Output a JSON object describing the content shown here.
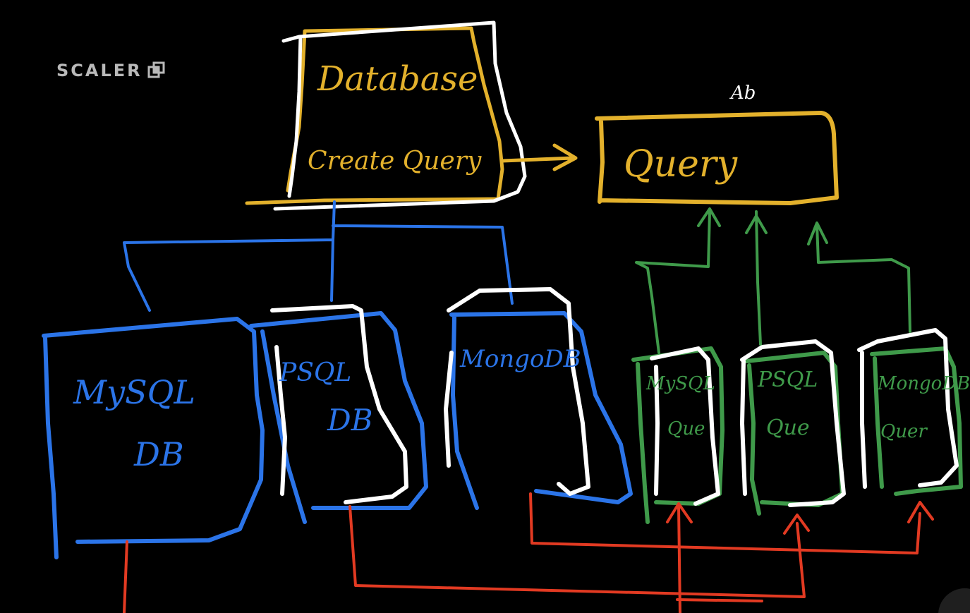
{
  "logo": {
    "text": "SCALER",
    "icon": "scaler-logo-icon"
  },
  "colors": {
    "background": "#000000",
    "yellow": "#e3b12c",
    "white": "#ffffff",
    "blue": "#2b74e8",
    "green": "#3f9a4a",
    "red": "#e23a22",
    "logo": "#b9b9b9"
  },
  "factory": {
    "title": "Database",
    "method": "Create Query"
  },
  "query": {
    "label": "Query",
    "mark": "Ab"
  },
  "databases": [
    {
      "line1": "MySQL",
      "line2": "DB"
    },
    {
      "line1": "PSQL",
      "line2": "DB"
    },
    {
      "line1": "MongoDB",
      "line2": ""
    }
  ],
  "query_types": [
    {
      "line1": "MySQL",
      "line2": "Que"
    },
    {
      "line1": "PSQL",
      "line2": "Que"
    },
    {
      "line1": "MongoDB",
      "line2": "Quer"
    }
  ]
}
